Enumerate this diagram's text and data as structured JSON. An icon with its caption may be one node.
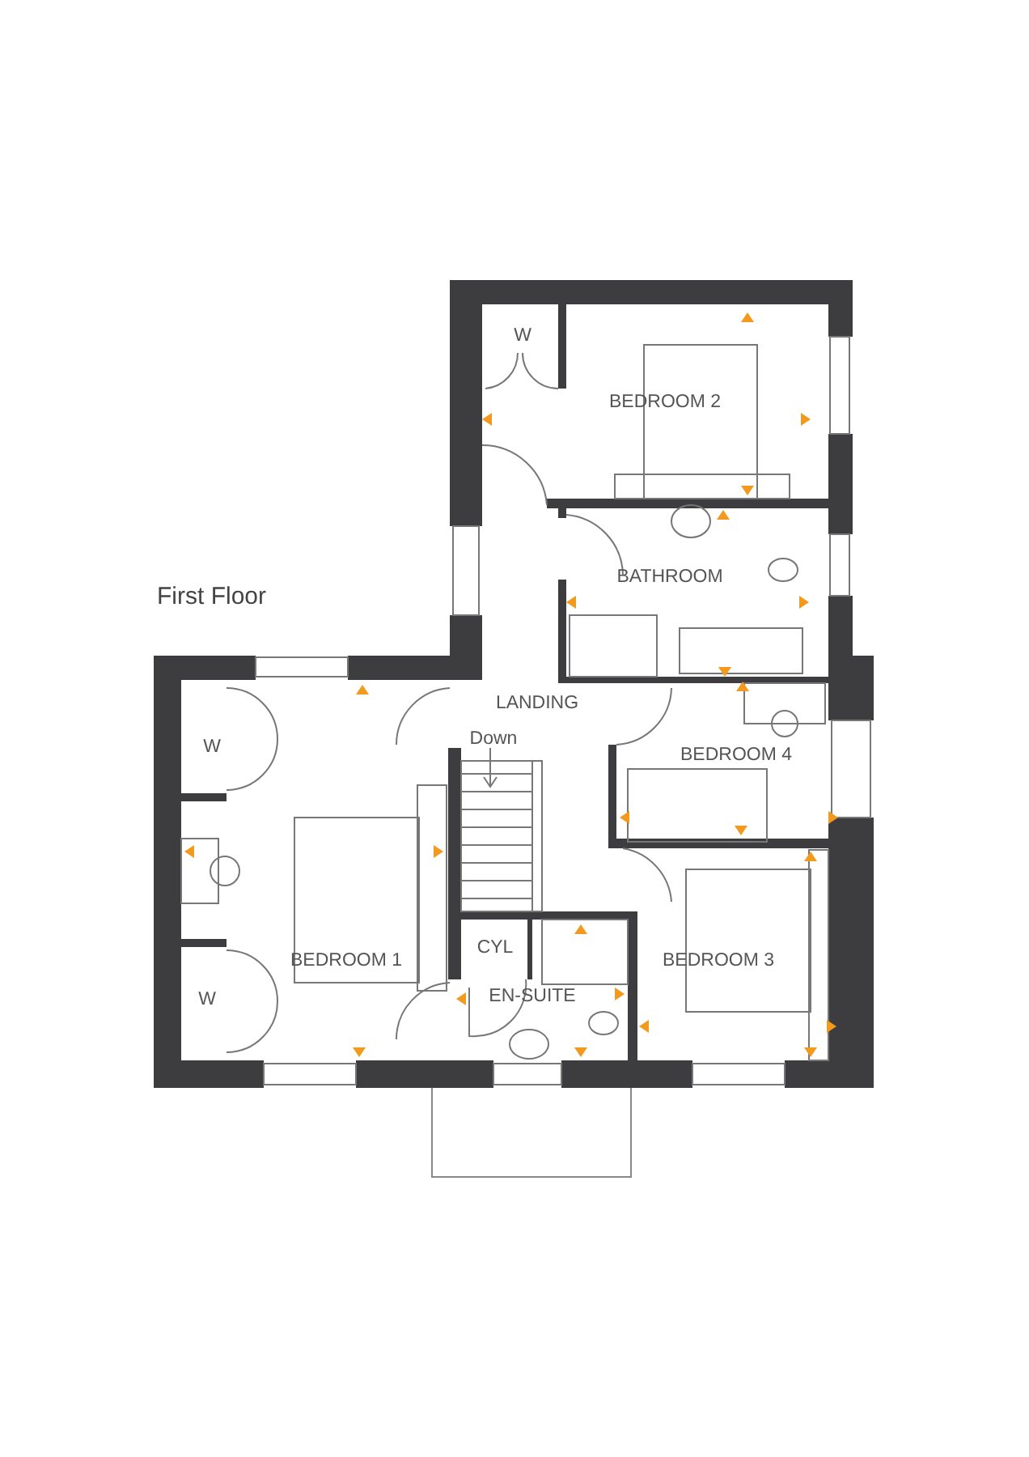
{
  "diagram": {
    "title": "First Floor",
    "labels": [
      "W",
      "BEDROOM 2",
      "BATHROOM",
      "LANDING",
      "Down",
      "W",
      "BEDROOM 4",
      "BEDROOM 1",
      "CYL",
      "BEDROOM 3",
      "W",
      "EN-SUITE"
    ]
  }
}
